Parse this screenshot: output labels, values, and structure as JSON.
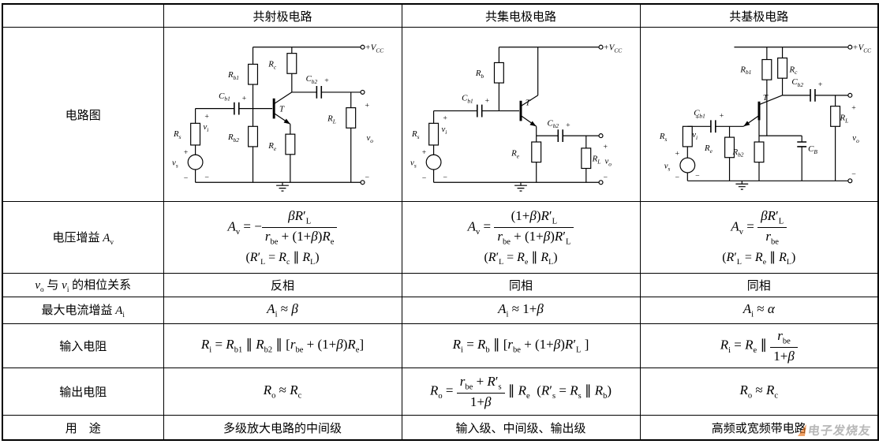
{
  "header": {
    "corner": "",
    "columns": [
      "共射极电路",
      "共集电极电路",
      "共基极电路"
    ]
  },
  "row_labels": {
    "circuit": "电路图",
    "voltage_gain": "电压增益 <i>A</i><sub>v</sub>",
    "phase": "<i>v</i><sub>o</sub> 与 <i>v</i><sub>i</sub> 的相位关系",
    "current_gain": "最大电流增益 <i>A</i><sub>i</sub>",
    "input_resistance": "输入电阻",
    "output_resistance": "输出电阻",
    "uses": "用　途"
  },
  "formulas": {
    "voltage_gain": {
      "ce": {
        "main": "<i>A</i><sub>v</sub> = −<span class='frac'><span class='num'><i>βR</i>′<sub>L</sub></span><span class='den'><i>r</i><sub>be</sub> + (1+<i>β</i>)<i>R</i><sub>e</sub></span></span>",
        "note": "(<i>R</i>′<sub>L</sub> = <i>R</i><sub>c</sub> ∥ <i>R</i><sub>L</sub>)"
      },
      "cc": {
        "main": "<i>A</i><sub>v</sub> = <span class='frac'><span class='num'>(1+<i>β</i>)<i>R</i>′<sub>L</sub></span><span class='den'><i>r</i><sub>be</sub> + (1+<i>β</i>)<i>R</i>′<sub>L</sub></span></span>",
        "note": "(<i>R</i>′<sub>L</sub> = <i>R</i><sub>e</sub> ∥ <i>R</i><sub>L</sub>)"
      },
      "cb": {
        "main": "<i>A</i><sub>v</sub> = <span class='frac'><span class='num'><i>βR</i>′<sub>L</sub></span><span class='den'><i>r</i><sub>be</sub></span></span>",
        "note": "(<i>R</i>′<sub>L</sub> = <i>R</i><sub>e</sub> ∥ <i>R</i><sub>L</sub>)"
      }
    },
    "phase": {
      "ce": "反相",
      "cc": "同相",
      "cb": "同相"
    },
    "current_gain": {
      "ce": "<i>A</i><sub>i</sub> ≈ <i>β</i>",
      "cc": "<i>A</i><sub>i</sub> ≈ 1+<i>β</i>",
      "cb": "<i>A</i><sub>i</sub> ≈ <i>α</i>"
    },
    "input_resistance": {
      "ce": "<i>R</i><sub>i</sub> = <i>R</i><sub>b1</sub> ∥ <i>R</i><sub>b2</sub> ∥ [<i>r</i><sub>be</sub> + (1+<i>β</i>)<i>R</i><sub>e</sub>]",
      "cc": "<i>R</i><sub>i</sub> = <i>R</i><sub>b</sub> ∥ [<i>r</i><sub>be</sub> + (1+<i>β</i>)<i>R</i>′<sub>L</sub> ]",
      "cb": "<i>R</i><sub>i</sub> = <i>R</i><sub>e</sub> ∥ <span class='frac'><span class='num'><i>r</i><sub>be</sub></span><span class='den'>1+<i>β</i></span></span>"
    },
    "output_resistance": {
      "ce": "<i>R</i><sub>o</sub> ≈ <i>R</i><sub>c</sub>",
      "cc": "<i>R</i><sub>o</sub> = <span class='frac'><span class='num'><i>r</i><sub>be</sub> + <i>R</i>′<sub>s</sub></span><span class='den'>1+<i>β</i></span></span> ∥ <i>R</i><sub>e</sub> &nbsp;(<i>R</i>′<sub>s</sub> = <i>R</i><sub>s</sub> ∥ <i>R</i><sub>b</sub>)",
      "cb": "<i>R</i><sub>o</sub> ≈ <i>R</i><sub>c</sub>"
    },
    "uses": {
      "ce": "多级放大电路的中间级",
      "cc": "输入级、中间级、输出级",
      "cb": "高频或宽频带电路"
    }
  },
  "circuit_labels": {
    "vcc": {
      "m": "+V",
      "s": "CC"
    },
    "t": {
      "m": "T",
      "s": ""
    },
    "rb1": {
      "m": "R",
      "s": "b1"
    },
    "rb2": {
      "m": "R",
      "s": "b2"
    },
    "rb": {
      "m": "R",
      "s": "b"
    },
    "rc": {
      "m": "R",
      "s": "c"
    },
    "re": {
      "m": "R",
      "s": "e"
    },
    "rl": {
      "m": "R",
      "s": "L"
    },
    "rs": {
      "m": "R",
      "s": "s"
    },
    "cb1": {
      "m": "C",
      "s": "b1"
    },
    "cb2": {
      "m": "C",
      "s": "b2"
    },
    "cB": {
      "m": "C",
      "s": "B"
    },
    "vi": {
      "m": "v",
      "s": "i"
    },
    "vo": {
      "m": "v",
      "s": "o"
    },
    "vs": {
      "m": "v",
      "s": "s"
    },
    "plus": "+",
    "minus": "−"
  },
  "watermark": {
    "text": "电子发烧友"
  },
  "colors": {
    "border": "#000000",
    "background": "#ffffff",
    "watermark_orange": "#e87722",
    "watermark_gray": "#a6a6a6"
  }
}
